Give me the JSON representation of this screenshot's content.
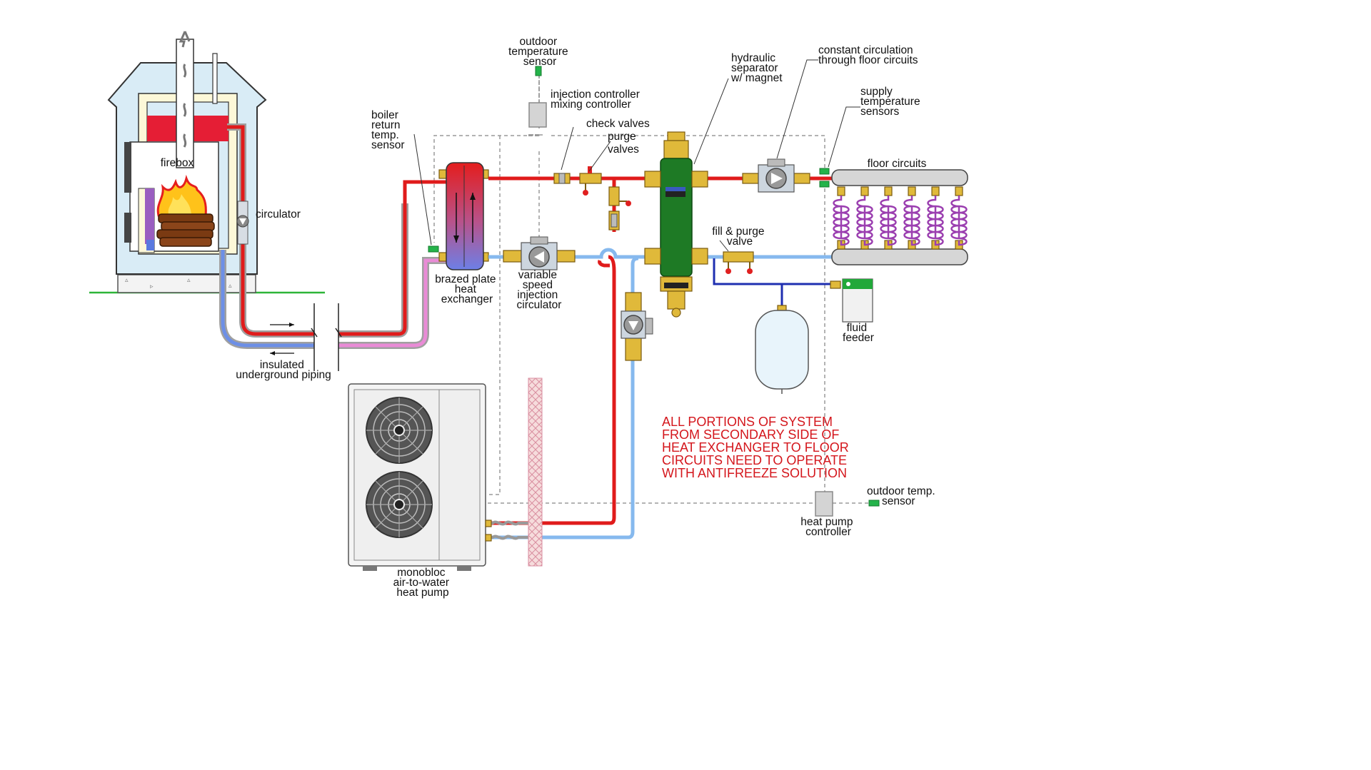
{
  "labels": {
    "outdoor_sensor_top": [
      "outdoor",
      "temperature",
      "sensor"
    ],
    "injection_controller": [
      "injection controller",
      "mixing controller"
    ],
    "hydraulic_separator": [
      "hydraulic",
      "separator",
      "w/ magnet"
    ],
    "constant_circulation": [
      "constant circulation",
      "through floor circuits"
    ],
    "supply_temp_sensors": [
      "supply",
      "temperature",
      "sensors"
    ],
    "check_valves": "check valves",
    "purge_valves": [
      "purge",
      "valves"
    ],
    "boiler_return_sensor": [
      "boiler",
      "return",
      "temp.",
      "sensor"
    ],
    "firebox": "firebox",
    "circulator": "circulator",
    "floor_circuits": "floor circuits",
    "fill_purge_valve": [
      "fill & purge",
      "valve"
    ],
    "brazed_plate_hx": [
      "brazed plate",
      "heat",
      "exchanger"
    ],
    "injection_circulator": [
      "variable",
      "speed",
      "injection",
      "circulator"
    ],
    "fluid_feeder": [
      "fluid",
      "feeder"
    ],
    "insulated_piping": [
      "insulated",
      "underground piping"
    ],
    "heat_pump": [
      "monobloc",
      "air-to-water",
      "heat pump"
    ],
    "heat_pump_controller": [
      "heat pump",
      "controller"
    ],
    "outdoor_sensor_right": [
      "outdoor temp.",
      "sensor"
    ]
  },
  "note": [
    "ALL PORTIONS OF SYSTEM",
    "FROM SECONDARY SIDE OF",
    "HEAT EXCHANGER TO FLOOR",
    "CIRCUITS NEED TO OPERATE",
    "WITH ANTIFREEZE SOLUTION"
  ],
  "colors": {
    "hot_pipe": "#e01b1b",
    "cold_pipe": "#86b9ee",
    "return_pipe": "#e98bd6",
    "separator_body": "#1e7a25",
    "floor_tubing": "#9b3fb0",
    "note_text": "#d4161c"
  }
}
